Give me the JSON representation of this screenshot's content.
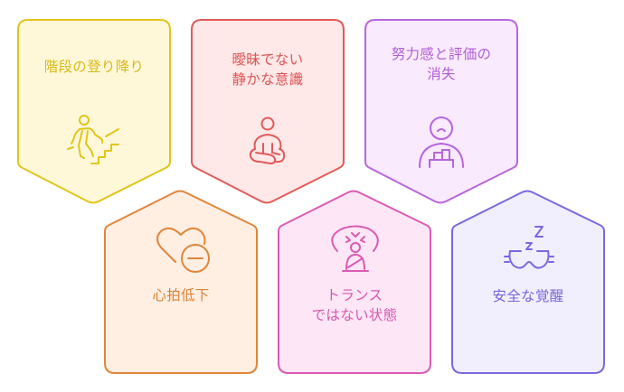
{
  "diagram": {
    "top_row": [
      {
        "id": "stairs",
        "label_lines": [
          "階段の登り降り"
        ],
        "icon": "person-climbing-stairs-icon",
        "stroke": "#e2c41a",
        "fill": "#fff8d8",
        "text_color": "#d9b919"
      },
      {
        "id": "quiet-consciousness",
        "label_lines": [
          "曖昧でない",
          "静かな意識"
        ],
        "icon": "meditating-person-icon",
        "stroke": "#e05a5a",
        "fill": "#ffe8e8",
        "text_color": "#dd5555"
      },
      {
        "id": "effort-disappear",
        "label_lines": [
          "努力感と評価の",
          "消失"
        ],
        "icon": "person-with-boxes-icon",
        "stroke": "#b765dd",
        "fill": "#f9eafe",
        "text_color": "#b15fd6"
      }
    ],
    "bottom_row": [
      {
        "id": "heart-rate",
        "label_lines": [
          "心拍低下"
        ],
        "icon": "heart-minus-icon",
        "stroke": "#e0863a",
        "fill": "#ffefe2",
        "text_color": "#dd8236"
      },
      {
        "id": "not-trance",
        "label_lines": [
          "トランス",
          "ではない状態"
        ],
        "icon": "person-with-thought-bubble-icon",
        "stroke": "#d95bb4",
        "fill": "#fde6f5",
        "text_color": "#d55ab0"
      },
      {
        "id": "safe-awakening",
        "label_lines": [
          "安全な覚醒"
        ],
        "icon": "sleep-mask-zz-icon",
        "stroke": "#7b68e0",
        "fill": "#f1effe",
        "text_color": "#7865dc"
      }
    ]
  }
}
